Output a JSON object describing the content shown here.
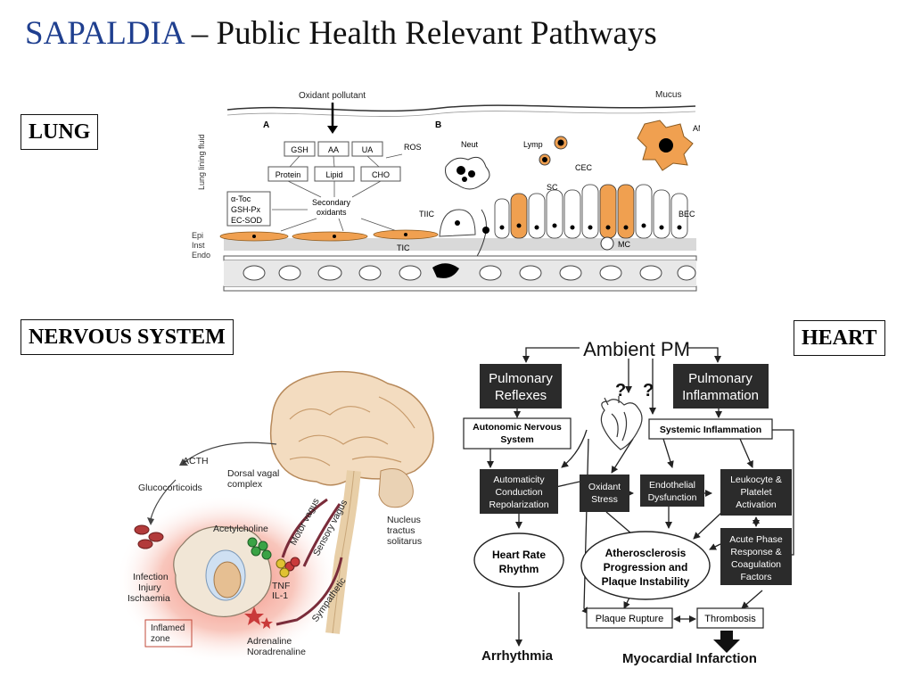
{
  "slide": {
    "title_accent": "SAPALDIA",
    "title_rest": " – Public Health Relevant Pathways",
    "labels": {
      "lung": "LUNG",
      "nervous": "NERVOUS SYSTEM",
      "heart": "HEART"
    }
  },
  "lung": {
    "oxidant": "Oxidant pollutant",
    "mucus": "Mucus",
    "panel_a": "A",
    "panel_b": "B",
    "lining_fluid": "Lung lining fluid",
    "gsh": "GSH",
    "aa": "AA",
    "ua": "UA",
    "ros": "ROS",
    "protein": "Protein",
    "lipid": "Lipid",
    "cho": "CHO",
    "antiox": [
      "α-Toc",
      "GSH-Px",
      "EC-SOD"
    ],
    "secondary": [
      "Secondary",
      "oxidants"
    ],
    "layers": [
      "Epi",
      "Inst",
      "Endo"
    ],
    "tic": "TIC",
    "tiic": "TIIC",
    "neut": "Neut",
    "lymp": "Lymp",
    "cec": "CEC",
    "sc": "SC",
    "am": "AM",
    "bec": "BEC",
    "mc": "MC"
  },
  "nervous": {
    "acth": "ACTH",
    "glucocorticoids": "Glucocorticoids",
    "dorsal_vagal": [
      "Dorsal vagal",
      "complex"
    ],
    "acetylcholine": "Acetylcholine",
    "motor_vagus": "Motor vagus",
    "sensory_vagus": "Sensory vagus",
    "nucleus": [
      "Nucleus",
      "tractus",
      "solitarus"
    ],
    "infection": [
      "Infection",
      "Injury",
      "Ischaemia"
    ],
    "tnf": "TNF",
    "il1": "IL-1",
    "sympathetic": "Sympathetic",
    "inflamed": [
      "Inflamed",
      "zone"
    ],
    "adrenaline": [
      "Adrenaline",
      "Noradrenaline"
    ]
  },
  "heart": {
    "ambient": "Ambient PM",
    "pulm_reflexes": [
      "Pulmonary",
      "Reflexes"
    ],
    "pulm_inflammation": [
      "Pulmonary",
      "Inflammation"
    ],
    "question": "?",
    "ans": [
      "Autonomic Nervous",
      "System"
    ],
    "systemic": "Systemic Inflammation",
    "automaticity": [
      "Automaticity",
      "Conduction",
      "Repolarization"
    ],
    "oxidant": [
      "Oxidant",
      "Stress"
    ],
    "endothelial": [
      "Endothelial",
      "Dysfunction"
    ],
    "leukocyte": [
      "Leukocyte &",
      "Platelet",
      "Activation"
    ],
    "acute": [
      "Acute Phase",
      "Response &",
      "Coagulation",
      "Factors"
    ],
    "hrr": [
      "Heart Rate",
      "Rhythm"
    ],
    "athero": [
      "Atherosclerosis",
      "Progression and",
      "Plaque Instability"
    ],
    "rupture": "Plaque Rupture",
    "thrombosis": "Thrombosis",
    "arrhythmia": "Arrhythmia",
    "mi": "Myocardial Infarction"
  }
}
